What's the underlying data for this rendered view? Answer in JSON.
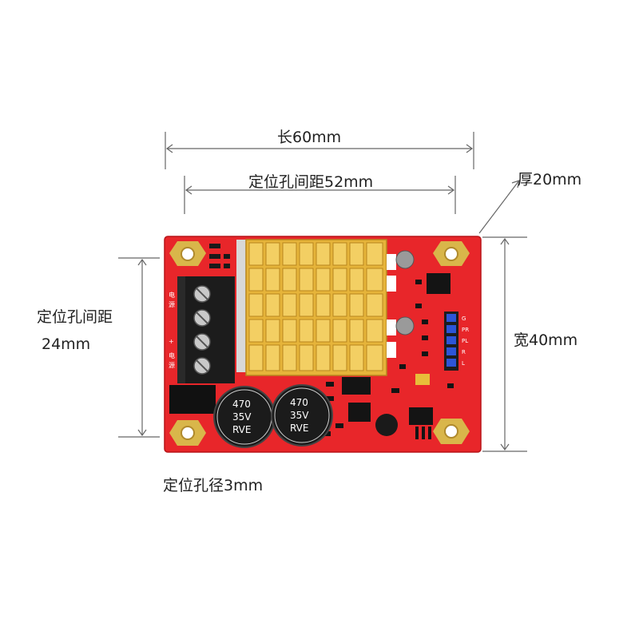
{
  "dimensions": {
    "length": "长60mm",
    "hole_spacing_horizontal": "定位孔间距52mm",
    "thickness": "厚20mm",
    "width": "宽40mm",
    "hole_spacing_vertical_title": "定位孔间距",
    "hole_spacing_vertical_value": "24mm",
    "hole_diameter": "定位孔径3mm"
  },
  "board": {
    "capacitor_left_text": [
      "470",
      "35V",
      "RVE"
    ],
    "capacitor_right_text": [
      "470",
      "35V",
      "RVE"
    ],
    "pin_labels": [
      "G",
      "PR",
      "PL",
      "R",
      "L"
    ],
    "terminal_labels": [
      "电",
      "源",
      "+",
      "电",
      "源"
    ],
    "colors": {
      "pcb": "#e8262a",
      "heatsink": "#e6b43a",
      "terminal": "#1c1c1c",
      "pins": "#2d55d8",
      "mount_pad": "#d9b64a"
    }
  }
}
